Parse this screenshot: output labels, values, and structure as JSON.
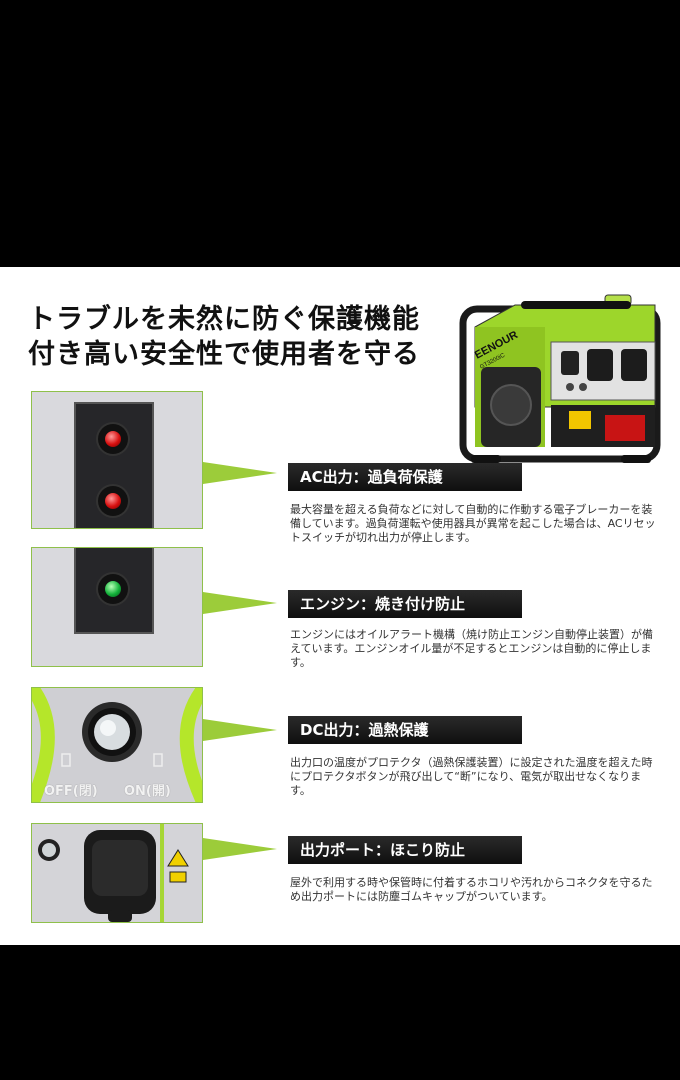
{
  "headline": {
    "line1": "トラブルを未然に防ぐ保護機能",
    "line2": "付き高い安全性で使用者を守る"
  },
  "product": {
    "brand": "EENOUR",
    "model": "GT3200iC"
  },
  "features": [
    {
      "title": "AC出力：過負荷保護",
      "description": "最大容量を超える負荷などに対して自動的に作動する電子ブレーカーを装備しています。過負荷運転や使用器具が異常を起こした場合は、ACリセットスイッチが切れ出力が停止します。"
    },
    {
      "title": "エンジン：焼き付け防止",
      "description": "エンジンにはオイルアラート機構（焼け防止エンジン自動停止装置）が備えています。エンジンオイル量が不足するとエンジンは自動的に停止します。"
    },
    {
      "title": "DC出力：過熱保護",
      "description": "出力口の温度がプロテクタ（過熱保護装置）に設定された温度を超えた時にプロテクタボタンが飛び出して“断”になり、電気が取出せなくなります。"
    },
    {
      "title": "出力ポート：ほこり防止",
      "description": "屋外で利用する時や保管時に付着するホコリや汚れからコネクタを守るため出力ポートには防塵ゴムキャップがついています。"
    }
  ],
  "dc_switch": {
    "off_label": "OFF(閉)",
    "on_label": "ON(開)"
  },
  "colors": {
    "accent": "#9ccc3a",
    "bar": "#1a1a1a",
    "lamp_red": "#d81010",
    "lamp_green": "#13b23a"
  }
}
